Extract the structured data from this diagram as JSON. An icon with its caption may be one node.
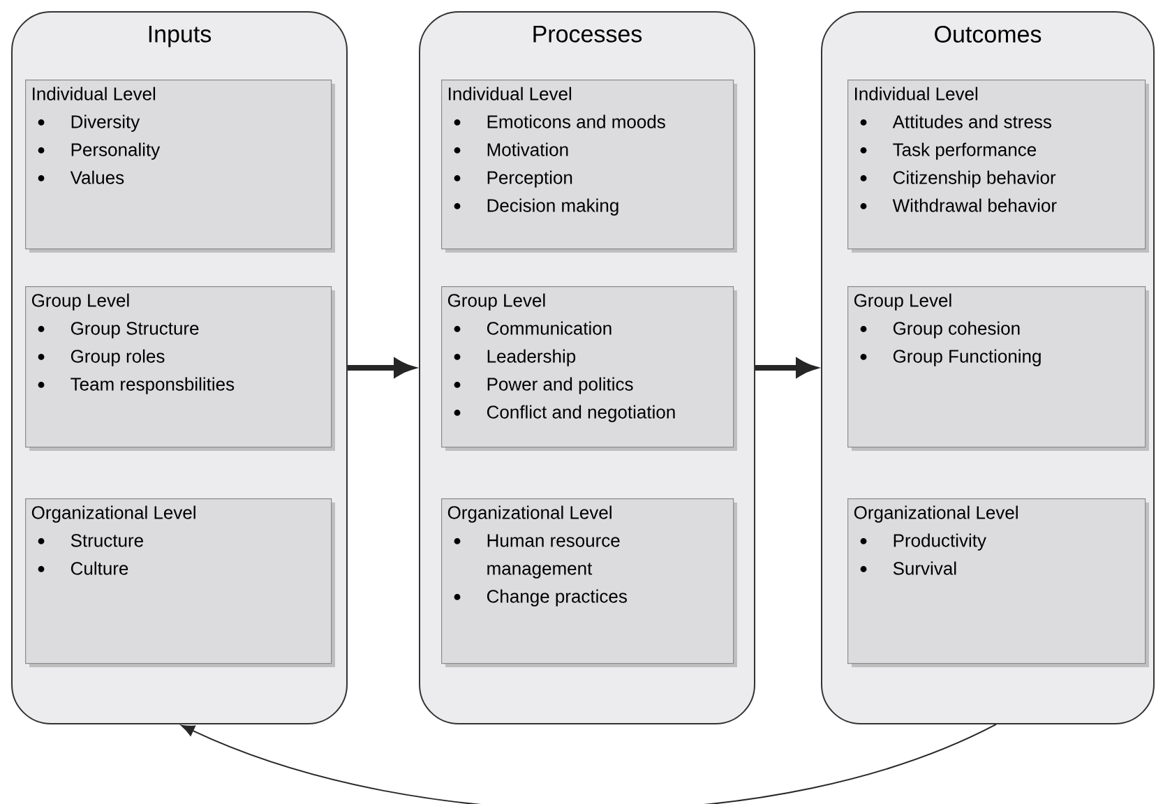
{
  "diagram": {
    "nodes": [
      {
        "text": [
          "Inputs"
        ]
      },
      {
        "text": [
          "Individual Level",
          "Diversity",
          "Personality",
          "Values"
        ],
        "in": 0
      },
      {
        "text": [
          "Group Level",
          "Group Structure",
          "Group roles",
          "Team responsbilities"
        ],
        "in": 0
      },
      {
        "text": [
          "Organizational Level",
          "Structure",
          "Culture"
        ],
        "in": 0
      },
      {
        "text": [
          "Processes"
        ]
      },
      {
        "text": [
          "Individual Level",
          "Emoticons and moods",
          "Motivation",
          "Perception",
          "Decision making"
        ],
        "in": 4
      },
      {
        "text": [
          "Group Level",
          "Communication",
          "Leadership",
          "Power and politics",
          "Conflict and negotiation"
        ],
        "in": 4
      },
      {
        "text": [
          "Organizational Level",
          "Human resource management",
          "Change practices"
        ],
        "in": 4
      },
      {
        "text": [
          "Outcomes"
        ]
      },
      {
        "text": [
          "Individual Level",
          "Attitudes and stress",
          "Task performance",
          "Citizenship behavior",
          "Withdrawal behavior"
        ],
        "in": 8
      },
      {
        "text": [
          "Group Level",
          "Group cohesion",
          "Group Functioning"
        ],
        "in": 8
      },
      {
        "text": [
          "Organizational Level",
          "Productivity",
          "Survival"
        ],
        "in": 8
      }
    ],
    "edges": [
      {
        "from": 0,
        "to": 4,
        "arrow": "to"
      },
      {
        "from": 4,
        "to": 8,
        "arrow": "to"
      },
      {
        "from": 8,
        "to": 0,
        "arrow": "to"
      }
    ]
  }
}
